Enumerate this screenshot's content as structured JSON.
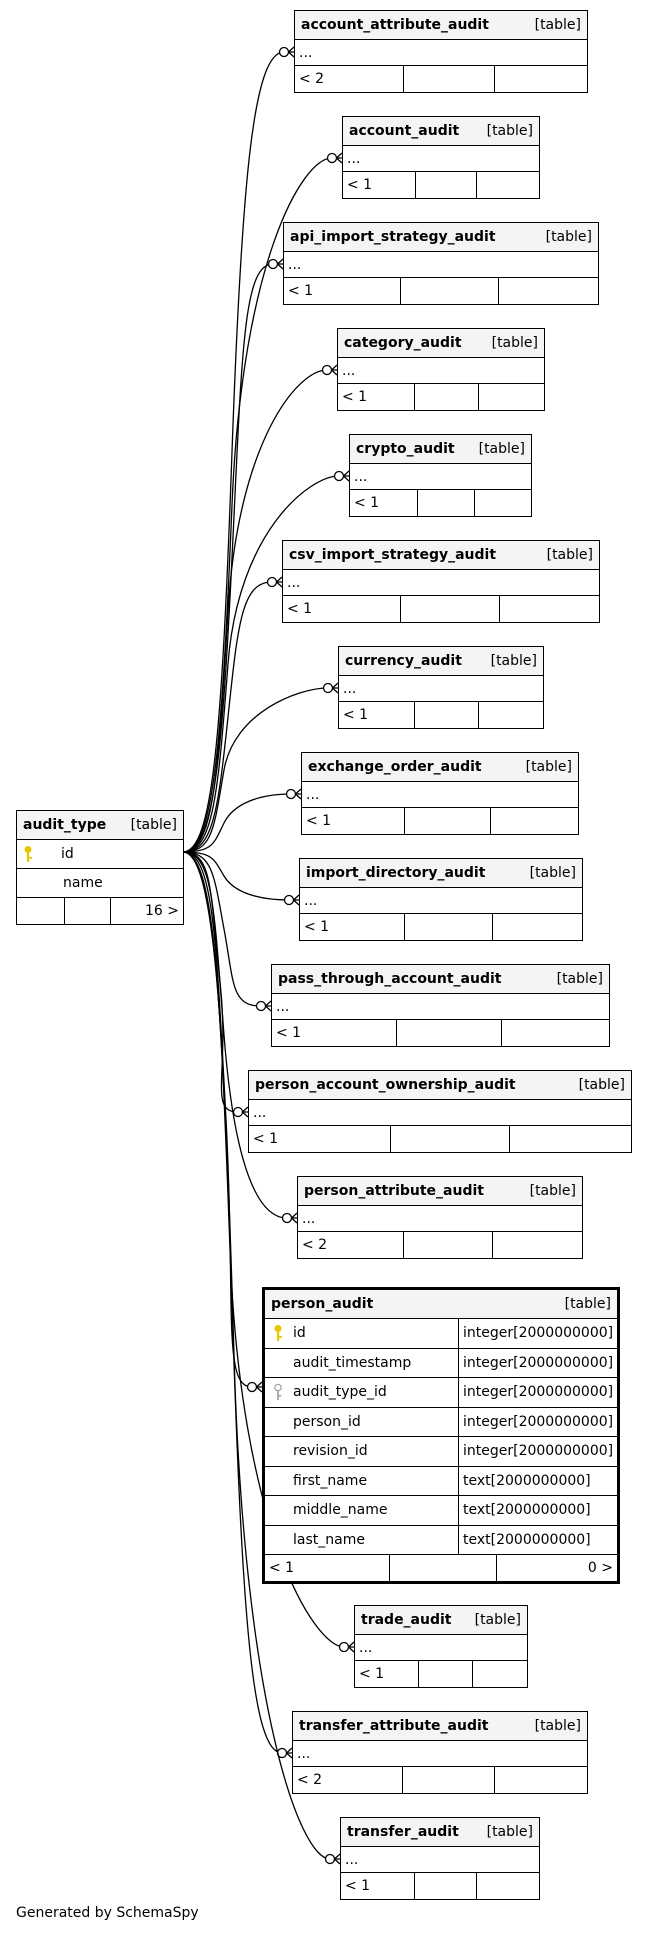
{
  "tables": [
    {
      "name": "account_attribute_audit",
      "tag": "[table]",
      "rows": [
        "..."
      ],
      "count": "< 2"
    },
    {
      "name": "account_audit",
      "tag": "[table]",
      "rows": [
        "..."
      ],
      "count": "< 1"
    },
    {
      "name": "api_import_strategy_audit",
      "tag": "[table]",
      "rows": [
        "..."
      ],
      "count": "< 1"
    },
    {
      "name": "category_audit",
      "tag": "[table]",
      "rows": [
        "..."
      ],
      "count": "< 1"
    },
    {
      "name": "crypto_audit",
      "tag": "[table]",
      "rows": [
        "..."
      ],
      "count": "< 1"
    },
    {
      "name": "csv_import_strategy_audit",
      "tag": "[table]",
      "rows": [
        "..."
      ],
      "count": "< 1"
    },
    {
      "name": "currency_audit",
      "tag": "[table]",
      "rows": [
        "..."
      ],
      "count": "< 1"
    },
    {
      "name": "exchange_order_audit",
      "tag": "[table]",
      "rows": [
        "..."
      ],
      "count": "< 1"
    },
    {
      "name": "import_directory_audit",
      "tag": "[table]",
      "rows": [
        "..."
      ],
      "count": "< 1"
    },
    {
      "name": "pass_through_account_audit",
      "tag": "[table]",
      "rows": [
        "..."
      ],
      "count": "< 1"
    },
    {
      "name": "person_account_ownership_audit",
      "tag": "[table]",
      "rows": [
        "..."
      ],
      "count": "< 1"
    },
    {
      "name": "person_attribute_audit",
      "tag": "[table]",
      "rows": [
        "..."
      ],
      "count": "< 2"
    },
    {
      "name": "trade_audit",
      "tag": "[table]",
      "rows": [
        "..."
      ],
      "count": "< 1"
    },
    {
      "name": "transfer_attribute_audit",
      "tag": "[table]",
      "rows": [
        "..."
      ],
      "count": "< 2"
    },
    {
      "name": "transfer_audit",
      "tag": "[table]",
      "rows": [
        "..."
      ],
      "count": "< 1"
    }
  ],
  "audit_type": {
    "name": "audit_type",
    "tag": "[table]",
    "columns": [
      {
        "name": "id",
        "key": "primary"
      },
      {
        "name": "name",
        "key": ""
      }
    ],
    "footer_right": "16 >"
  },
  "person_audit": {
    "name": "person_audit",
    "tag": "[table]",
    "columns": [
      {
        "name": "id",
        "type": "integer[2000000000]",
        "key": "primary"
      },
      {
        "name": "audit_timestamp",
        "type": "integer[2000000000]",
        "key": ""
      },
      {
        "name": "audit_type_id",
        "type": "integer[2000000000]",
        "key": "foreign"
      },
      {
        "name": "person_id",
        "type": "integer[2000000000]",
        "key": ""
      },
      {
        "name": "revision_id",
        "type": "integer[2000000000]",
        "key": ""
      },
      {
        "name": "first_name",
        "type": "text[2000000000]",
        "key": ""
      },
      {
        "name": "middle_name",
        "type": "text[2000000000]",
        "key": ""
      },
      {
        "name": "last_name",
        "type": "text[2000000000]",
        "key": ""
      }
    ],
    "footer_left": "< 1",
    "footer_right": "0 >"
  },
  "generated_by": "Generated by SchemaSpy",
  "colors": {
    "border": "#000000",
    "header_bg": "#f4f4f4",
    "primary_key": "#e6c700",
    "foreign_key": "#9a9a9a"
  }
}
